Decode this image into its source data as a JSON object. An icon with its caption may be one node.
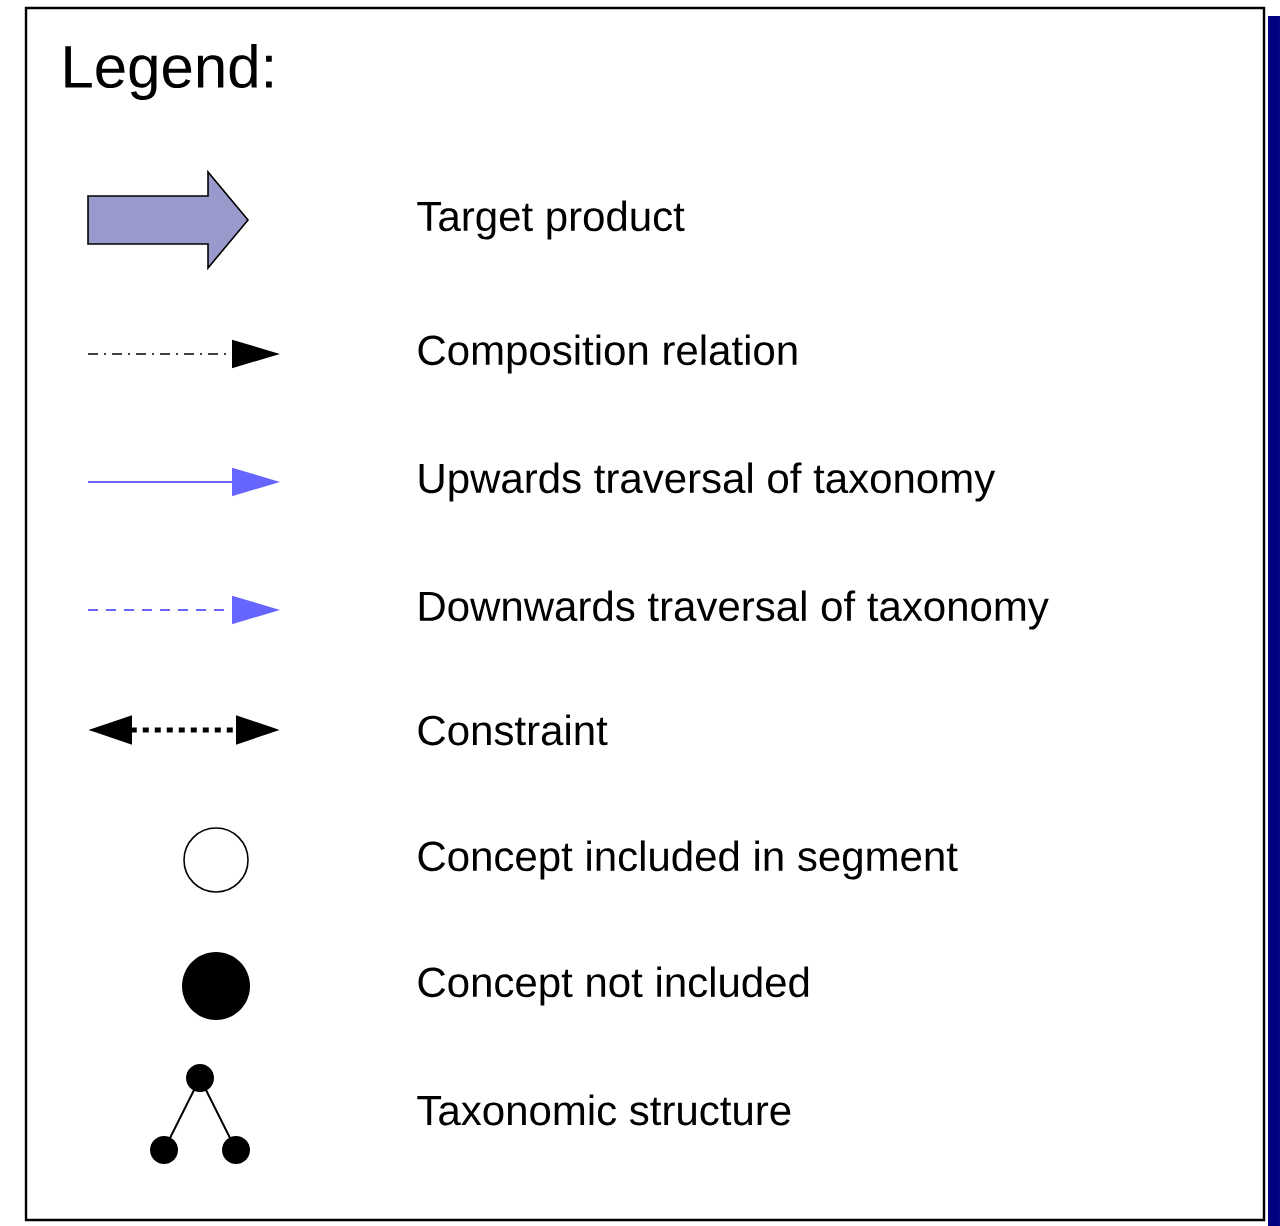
{
  "diagram": {
    "title": "Legend:",
    "legend": [
      {
        "text": "Target product"
      },
      {
        "text": "Composition relation"
      },
      {
        "text": "Upwards traversal of taxonomy"
      },
      {
        "text": "Downwards traversal of taxonomy"
      },
      {
        "text": "Constraint"
      },
      {
        "text": "Concept included in segment"
      },
      {
        "text": "Concept not included"
      },
      {
        "text": "Taxonomic structure"
      }
    ]
  }
}
